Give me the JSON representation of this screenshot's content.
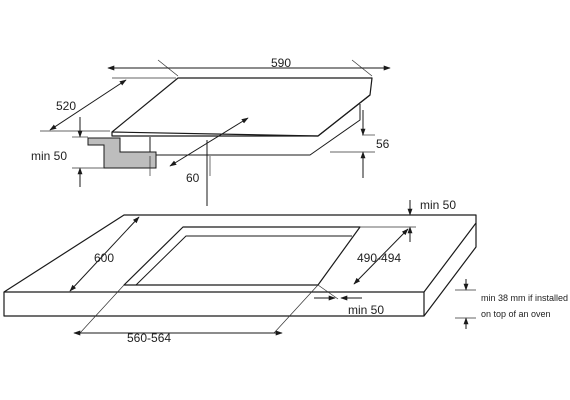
{
  "colors": {
    "line": "#1a1a1a",
    "bracket_fill": "#bdbdbd",
    "background": "#ffffff"
  },
  "hob": {
    "width_label": "590",
    "depth_label": "520",
    "height_label": "56",
    "bracket_clearance_label": "min 50",
    "bracket_depth_label": "60"
  },
  "worktop": {
    "rear_clearance_label": "min 50",
    "worktop_depth_label": "600",
    "cutout_depth_label": "490-494",
    "front_clearance_label": "min 50",
    "cutout_width_label": "560-564",
    "thickness_note_line1": "min 38 mm if installed",
    "thickness_note_line2": "on top of  an oven"
  }
}
